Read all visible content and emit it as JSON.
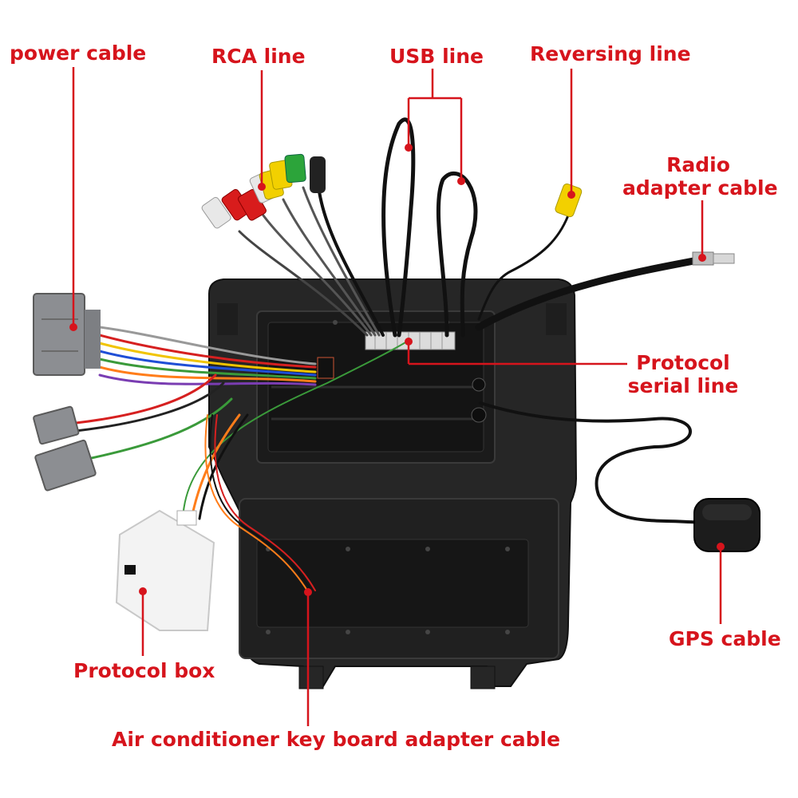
{
  "labels": {
    "power_cable": "power cable",
    "rca_line": "RCA line",
    "usb_line": "USB line",
    "reversing_line": "Reversing line",
    "radio_adapter_line1": "Radio",
    "radio_adapter_line2": "adapter cable",
    "protocol_serial_line1": "Protocol",
    "protocol_serial_line2": "serial line",
    "gps_cable": "GPS cable",
    "protocol_box": "Protocol box",
    "air_conditioner_cable": "Air conditioner key board adapter cable"
  },
  "colors": {
    "label": "#d6141c",
    "leader": "#d6141c",
    "panel": "#262626",
    "panel_inner": "#1b1b1b",
    "connector_gray": "#8c8e92",
    "protocol_box": "#f3f3f3",
    "rca_red": "#d81c1c",
    "rca_white": "#e8e8e8",
    "rca_yellow": "#f2d000",
    "rca_green": "#2ca43a"
  },
  "icons": {
    "head_unit": "car-radio-frame",
    "gps": "gps-antenna-puck",
    "power_connector": "wiring-harness-plug",
    "protocol_box": "canbus-decoder-box"
  }
}
